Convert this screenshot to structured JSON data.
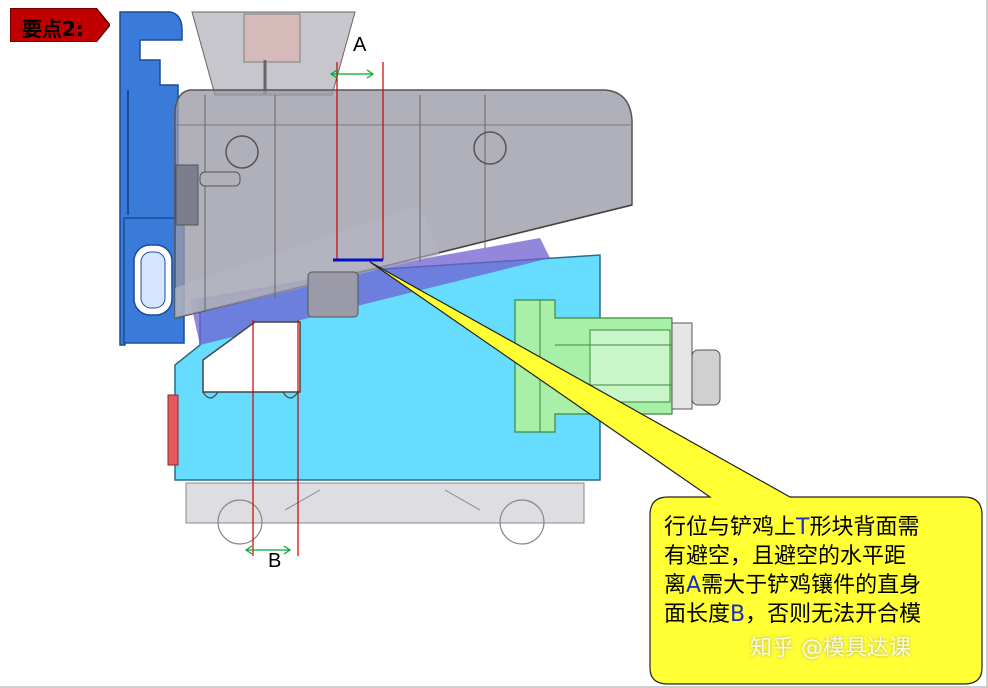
{
  "tag": {
    "text": "要点2:",
    "color": "#c00000"
  },
  "labels": {
    "a": "A",
    "b": "B"
  },
  "callout": {
    "line1_pre": "行位与铲鸡上",
    "line1_hl": "T",
    "line1_post": "形块背面需",
    "line2": "有避空，且避空的水平距",
    "line3_pre": "离",
    "line3_hl": "A",
    "line3_post": "需大于铲鸡镶件的直身",
    "line4_pre": "面长度",
    "line4_hl": "B",
    "line4_post": "，否则无法开合模",
    "fill": "#ffff33"
  },
  "watermark": "知乎 @模具达课",
  "colors": {
    "blue_part": "#3a7ad9",
    "cyan_block": "#66ddff",
    "grey_body": "#9a9aa8",
    "green_part": "#a8f0a8",
    "red_line": "#cc0000",
    "dim_arrow": "#00aa33"
  }
}
